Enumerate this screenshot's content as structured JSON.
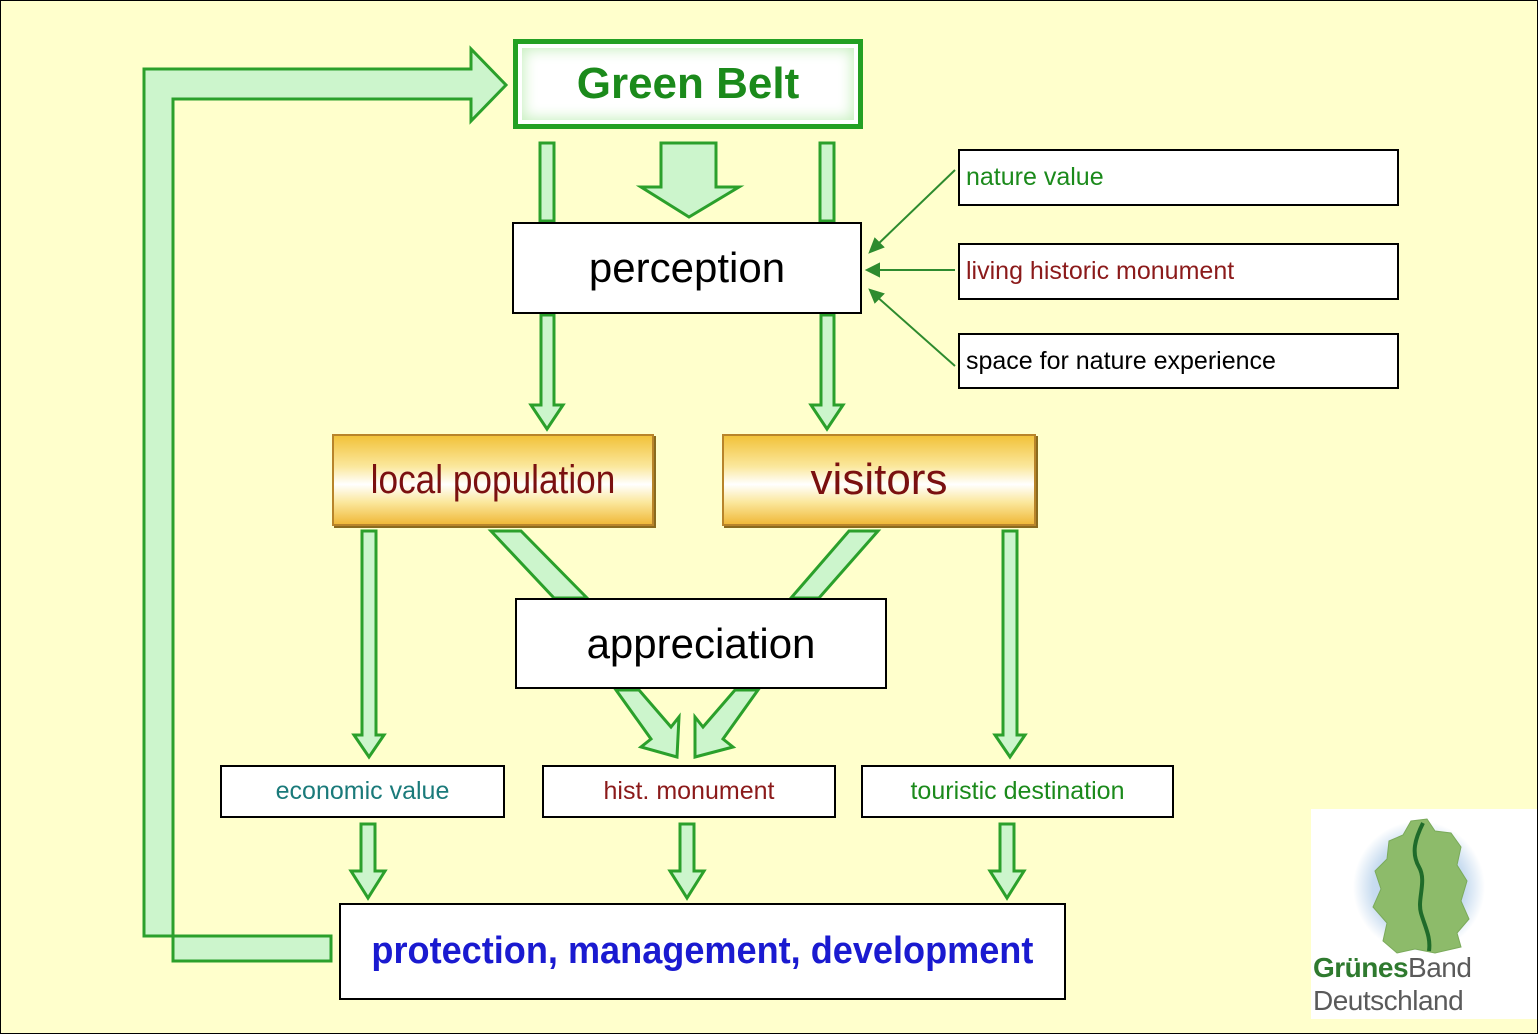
{
  "boxes": {
    "green_belt": "Green Belt",
    "perception": "perception",
    "nature_value": "nature value",
    "living_historic_monument": "living historic monument",
    "space_for_nature_experience": "space for nature experience",
    "local_population": "local population",
    "visitors": "visitors",
    "appreciation": "appreciation",
    "economic_value": "economic value",
    "hist_monument": "hist. monument",
    "touristic_destination": "touristic destination",
    "protection": "protection, management, development"
  },
  "logo": {
    "word_bold": "Grünes",
    "word_regular": "Band",
    "line2": "Deutschland"
  },
  "colors": {
    "background": "#ffffcc",
    "arrow_stroke": "#2ba02b",
    "arrow_fill": "#ccf5cc",
    "green_text": "#1b8a1b",
    "dark_red_text": "#8b1a1a",
    "teal_text": "#1a7a7a",
    "blue_text": "#1a1ad0"
  }
}
